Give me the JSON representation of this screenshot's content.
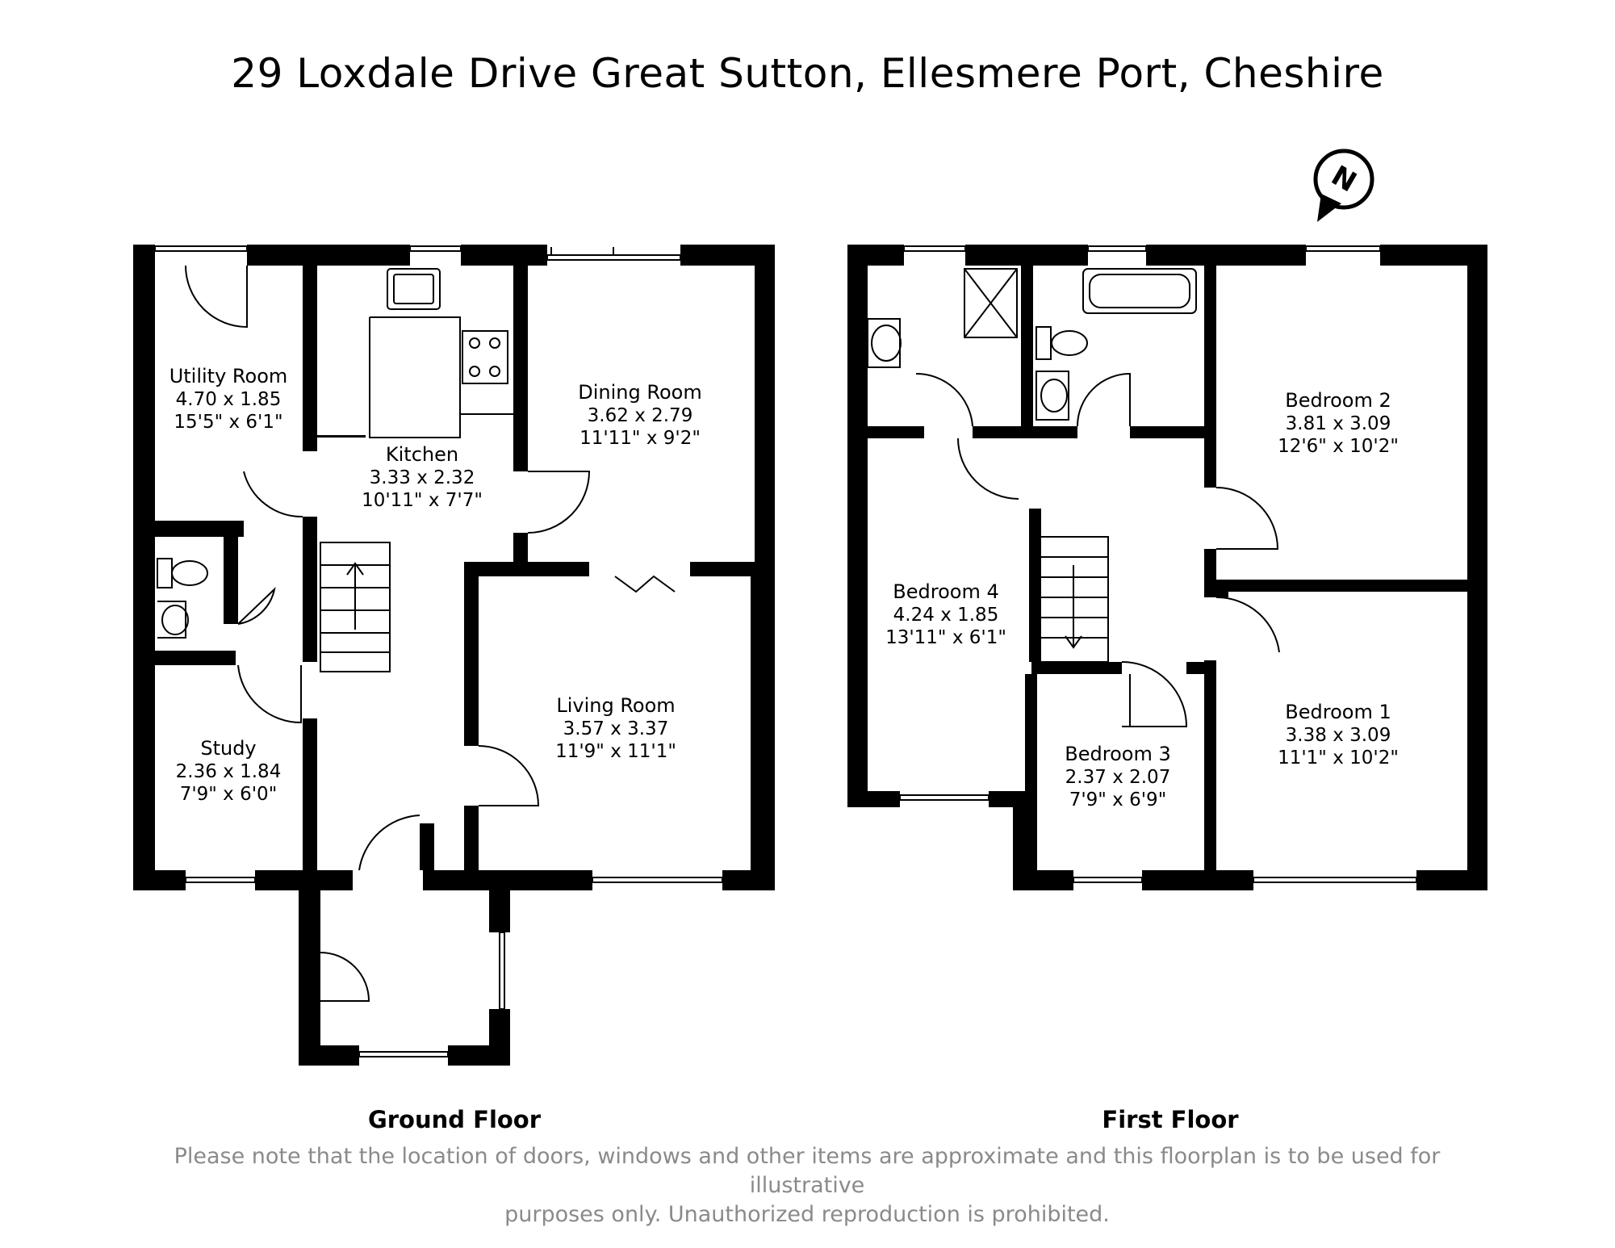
{
  "title": "29 Loxdale Drive Great Sutton, Ellesmere Port, Cheshire",
  "compass": {
    "icon": "north-arrow-icon",
    "label": "N"
  },
  "ground_floor": {
    "label": "Ground Floor",
    "rooms": [
      {
        "name": "Utility Room",
        "metric": "4.70 x 1.85",
        "imperial": "15'5\" x 6'1\""
      },
      {
        "name": "Kitchen",
        "metric": "3.33 x 2.32",
        "imperial": "10'11\" x 7'7\""
      },
      {
        "name": "Dining Room",
        "metric": "3.62 x 2.79",
        "imperial": "11'11\" x 9'2\""
      },
      {
        "name": "Living Room",
        "metric": "3.57 x 3.37",
        "imperial": "11'9\" x 11'1\""
      },
      {
        "name": "Study",
        "metric": "2.36 x 1.84",
        "imperial": "7'9\" x 6'0\""
      }
    ]
  },
  "first_floor": {
    "label": "First Floor",
    "rooms": [
      {
        "name": "Bedroom 2",
        "metric": "3.81 x 3.09",
        "imperial": "12'6\" x 10'2\""
      },
      {
        "name": "Bedroom 4",
        "metric": "4.24 x 1.85",
        "imperial": "13'11\" x 6'1\""
      },
      {
        "name": "Bedroom 1",
        "metric": "3.38 x 3.09",
        "imperial": "11'1\" x 10'2\""
      },
      {
        "name": "Bedroom 3",
        "metric": "2.37 x 2.07",
        "imperial": "7'9\" x 6'9\""
      }
    ]
  },
  "disclaimer": {
    "line1": "Please note that the location of doors, windows and other items are approximate and this floorplan is to be used for illustrative",
    "line2": "purposes only. Unauthorized reproduction is prohibited."
  }
}
